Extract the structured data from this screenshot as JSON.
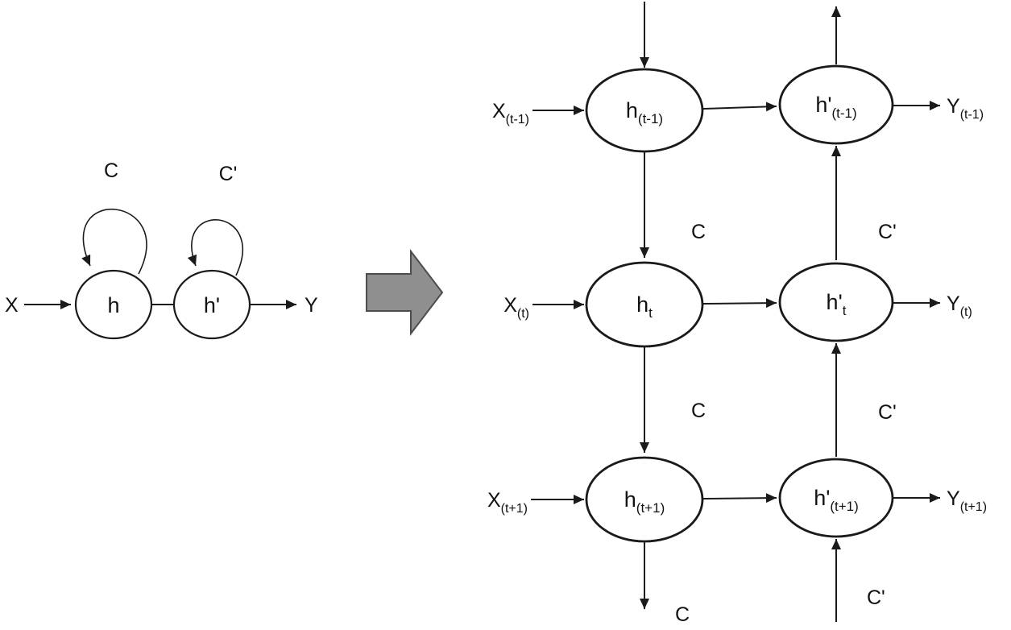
{
  "colors": {
    "background": "#ffffff",
    "line": "#1a1a1a",
    "node_fill": "#ffffff",
    "transform_arrow_fill": "#8f8f8f",
    "transform_arrow_stroke": "#4d4d4d"
  },
  "folded": {
    "input": "X",
    "output": "Y",
    "node_h": "h",
    "node_h_prime": "h'",
    "loop_c": "C",
    "loop_c_prime": "C'"
  },
  "unrolled": {
    "rows": [
      {
        "input": {
          "base": "X",
          "sub": "(t-1)"
        },
        "h": {
          "base": "h",
          "sub": "(t-1)"
        },
        "h_prime": {
          "base": "h'",
          "sub": "(t-1)"
        },
        "output": {
          "base": "Y",
          "sub": "(t-1)"
        }
      },
      {
        "input": {
          "base": "X",
          "sub": "(t)"
        },
        "h": {
          "base": "h",
          "sub": "t"
        },
        "h_prime": {
          "base": "h'",
          "sub": "t"
        },
        "output": {
          "base": "Y",
          "sub": "(t)"
        }
      },
      {
        "input": {
          "base": "X",
          "sub": "(t+1)"
        },
        "h": {
          "base": "h",
          "sub": "(t+1)"
        },
        "h_prime": {
          "base": "h'",
          "sub": "(t+1)"
        },
        "output": {
          "base": "Y",
          "sub": "(t+1)"
        }
      }
    ],
    "c_between": [
      "C",
      "C"
    ],
    "c_prime_between": [
      "C'",
      "C'"
    ],
    "c_bottom": "C",
    "c_prime_bottom": "C'"
  }
}
